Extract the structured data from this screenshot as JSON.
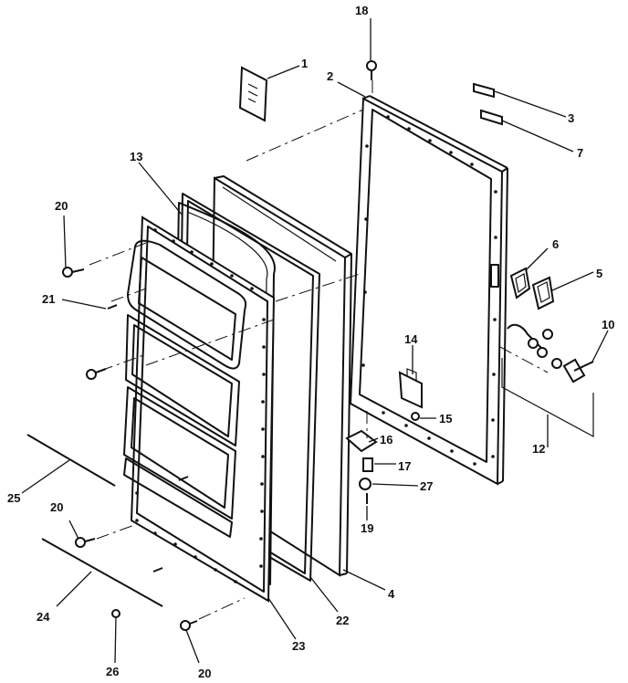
{
  "callouts": [
    {
      "id": "c1",
      "text": "1"
    },
    {
      "id": "c2",
      "text": "2"
    },
    {
      "id": "c3",
      "text": "3"
    },
    {
      "id": "c4",
      "text": "4"
    },
    {
      "id": "c5",
      "text": "5"
    },
    {
      "id": "c6",
      "text": "6"
    },
    {
      "id": "c7",
      "text": "7"
    },
    {
      "id": "c10",
      "text": "10"
    },
    {
      "id": "c12",
      "text": "12"
    },
    {
      "id": "c13",
      "text": "13"
    },
    {
      "id": "c14",
      "text": "14"
    },
    {
      "id": "c15",
      "text": "15"
    },
    {
      "id": "c16",
      "text": "16"
    },
    {
      "id": "c17",
      "text": "17"
    },
    {
      "id": "c18",
      "text": "18"
    },
    {
      "id": "c19",
      "text": "19"
    },
    {
      "id": "c20a",
      "text": "20"
    },
    {
      "id": "c20b",
      "text": "20"
    },
    {
      "id": "c20c",
      "text": "20"
    },
    {
      "id": "c21",
      "text": "21"
    },
    {
      "id": "c22",
      "text": "22"
    },
    {
      "id": "c23",
      "text": "23"
    },
    {
      "id": "c24",
      "text": "24"
    },
    {
      "id": "c25",
      "text": "25"
    },
    {
      "id": "c26",
      "text": "26"
    },
    {
      "id": "c27",
      "text": "27"
    }
  ]
}
